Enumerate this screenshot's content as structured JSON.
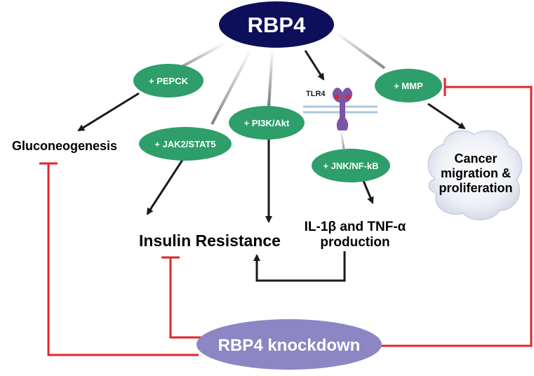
{
  "colors": {
    "rbp4_fill": "#0e0f5a",
    "pathway_fill": "#2e9e6a",
    "knockdown_fill": "#8c86c4",
    "inhibit": "#e0262a",
    "arrow": "#1a1a1a",
    "receptor": "#7a55a5",
    "membrane": "#a9c6dc"
  },
  "nodes": {
    "rbp4": "RBP4",
    "pepck": "+ PEPCK",
    "jak2": "+ JAK2/STAT5",
    "pi3k": "+ PI3K/Akt",
    "tlr4": "TLR4",
    "mmp": "+ MMP",
    "jnk": "+ JNK/NF-kB",
    "gluconeogenesis": "Gluconeogenesis",
    "insulin_resistance": "Insulin Resistance",
    "il_line1": "IL-1β and TNF-α",
    "il_line2": "production",
    "cancer_line1": "Cancer",
    "cancer_line2": "migration &",
    "cancer_line3": "proliferation",
    "knockdown": "RBP4 knockdown"
  },
  "icons": {
    "receptor": "tlr4-receptor-icon",
    "cell": "cancer-cell-icon"
  }
}
